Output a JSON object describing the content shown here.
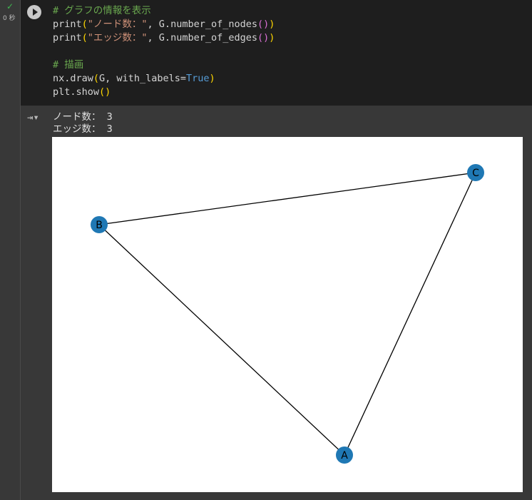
{
  "cell": {
    "status": "✓",
    "exec_time": "0 秒",
    "code": {
      "comment1": "# グラフの情報を表示",
      "print": "print",
      "str1": "\"ノード数：\"",
      "sep": ", G.",
      "call1": "number_of_nodes",
      "str2": "\"エッジ数：\"",
      "call2": "number_of_edges",
      "comment2": "# 描画",
      "draw": "nx.draw",
      "draw_args": "G, with_labels=",
      "true": "True",
      "show": "plt.show"
    }
  },
  "output": {
    "line1": "ノード数： 3",
    "line2": "エッジ数： 3"
  },
  "chart_data": {
    "type": "network",
    "node_color": "#1f78b4",
    "edge_color": "#000000",
    "nodes": [
      {
        "label": "A"
      },
      {
        "label": "B"
      },
      {
        "label": "C"
      }
    ],
    "edges": [
      [
        "A",
        "B"
      ],
      [
        "B",
        "C"
      ],
      [
        "C",
        "A"
      ]
    ]
  }
}
